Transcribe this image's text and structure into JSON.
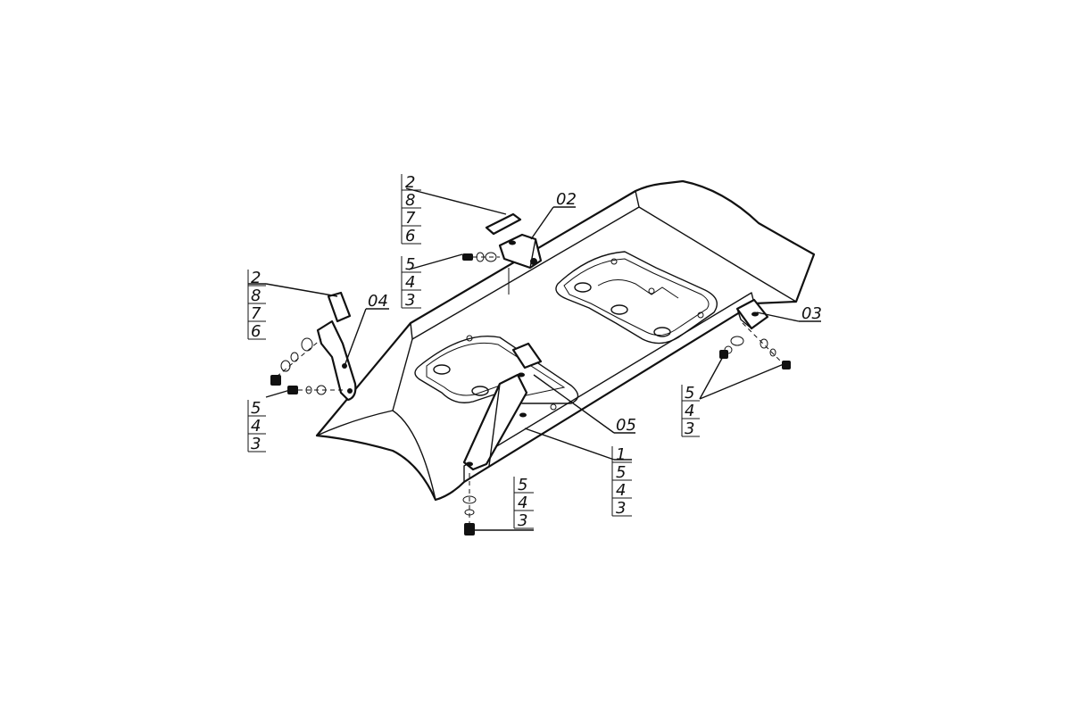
{
  "callouts": {
    "part_02": "02",
    "part_03": "03",
    "part_04": "04",
    "part_05": "05",
    "stack_top": [
      "2",
      "8",
      "7",
      "6"
    ],
    "stack_top_fastener": [
      "5",
      "4",
      "3"
    ],
    "stack_left": [
      "2",
      "8",
      "7",
      "6"
    ],
    "stack_left_fastener": [
      "5",
      "4",
      "3"
    ],
    "stack_bottom": [
      "5",
      "4",
      "3"
    ],
    "stack_center": [
      "1",
      "5",
      "4",
      "3"
    ],
    "stack_right": [
      "5",
      "4",
      "3"
    ]
  }
}
